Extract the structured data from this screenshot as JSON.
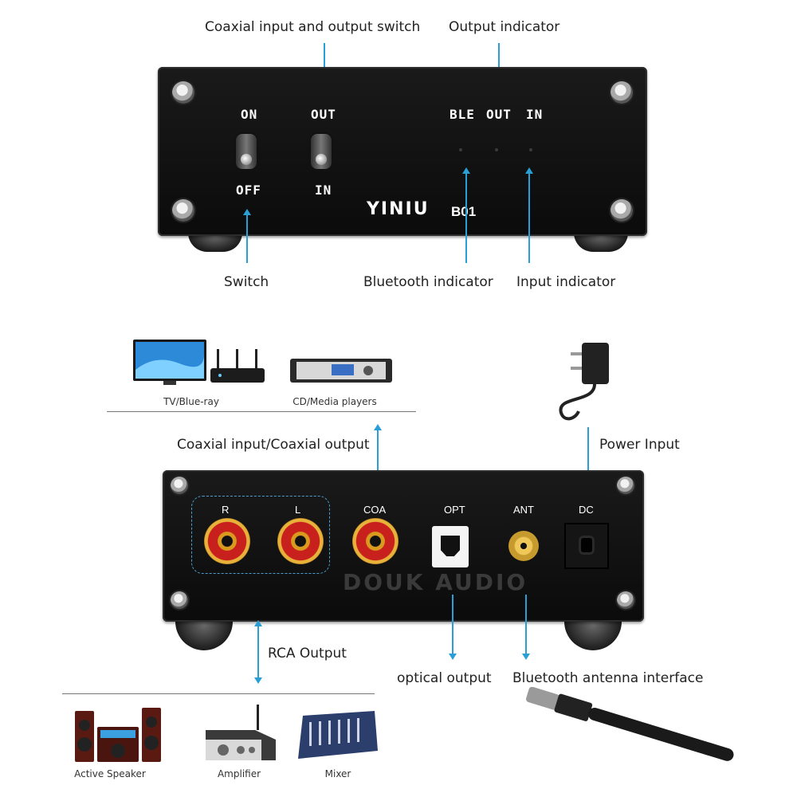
{
  "front": {
    "callouts": {
      "coaxial_switch": "Coaxial input and output switch",
      "output_indicator": "Output indicator",
      "switch": "Switch",
      "bluetooth_indicator": "Bluetooth indicator",
      "input_indicator": "Input indicator"
    },
    "labels": {
      "on": "ON",
      "off": "OFF",
      "out": "OUT",
      "in": "IN",
      "ble": "BLE",
      "led_out": "OUT",
      "led_in": "IN",
      "brand": "YINIU",
      "model": "B01"
    }
  },
  "sources": {
    "tv": "TV/Blue-ray",
    "cd": "CD/Media players"
  },
  "rear": {
    "callouts": {
      "coaxial_io": "Coaxial input/Coaxial output",
      "power_input": "Power Input",
      "rca_output": "RCA Output",
      "optical_output": "optical output",
      "bt_antenna": "Bluetooth antenna interface"
    },
    "labels": {
      "r": "R",
      "l": "L",
      "coa": "COA",
      "opt": "OPT",
      "ant": "ANT",
      "dc": "DC"
    },
    "watermark": "DOUK AUDIO"
  },
  "outputs": {
    "active_speaker": "Active Speaker",
    "amplifier": "Amplifier",
    "mixer": "Mixer"
  },
  "colors": {
    "accent_line": "#2a9fd6",
    "panel": "#111111"
  }
}
